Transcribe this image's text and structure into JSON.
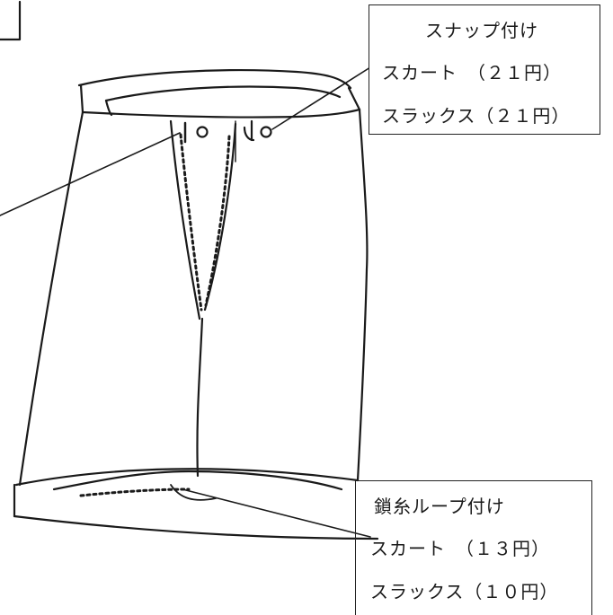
{
  "callouts": {
    "snap": {
      "title": "スナップ付け",
      "rows": [
        "スカート　（２１円）",
        "スラックス（２１円）"
      ]
    },
    "loop": {
      "title": "鎖糸ループ付け",
      "rows": [
        "スカート　（１３円）",
        "スラックス（１０円）"
      ]
    }
  },
  "colors": {
    "ink": "#1a1a1a",
    "paper": "#ffffff"
  }
}
